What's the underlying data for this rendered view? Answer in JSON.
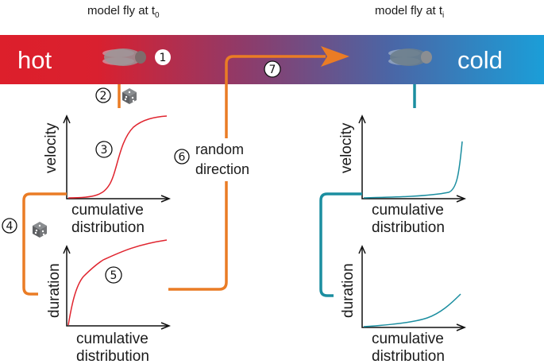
{
  "header": {
    "left_title": "model fly at t",
    "left_sub": "0",
    "right_title": "model fly at t",
    "right_sub": "i"
  },
  "bar": {
    "hot": "hot",
    "cold": "cold",
    "hot_color": "#dd1f2b",
    "cold_color": "#1b9ed8"
  },
  "steps": [
    "1",
    "2",
    "3",
    "4",
    "5",
    "6",
    "7"
  ],
  "step6_label": [
    "random",
    "direction"
  ],
  "colors": {
    "orange": "#ea7c25",
    "red_curve": "#e0252f",
    "teal": "#1b8ea0"
  },
  "axes": {
    "left_top": {
      "ylabel": "velocity",
      "xlabel": [
        "cumulative",
        "distribution"
      ]
    },
    "left_bottom": {
      "ylabel": "duration",
      "xlabel": [
        "cumulative",
        "distribution"
      ]
    },
    "right_top": {
      "ylabel": "velocity",
      "xlabel": [
        "cumulative",
        "distribution"
      ]
    },
    "right_bottom": {
      "ylabel": "duration",
      "xlabel": [
        "cumulative",
        "distribution"
      ]
    }
  },
  "icons": [
    "fly-icon",
    "dice-icon",
    "arrow-icon"
  ]
}
